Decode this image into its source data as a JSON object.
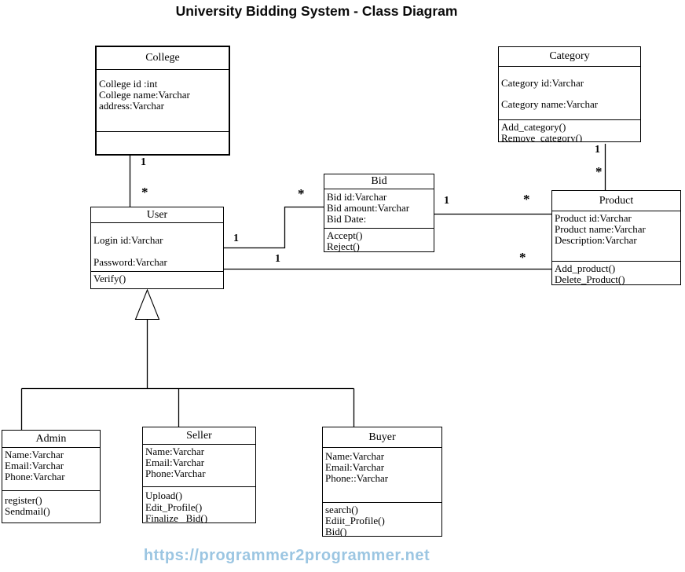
{
  "title": "University Bidding System - Class Diagram",
  "watermark_url": "https://programmer2programmer.net",
  "colors": {
    "line": "#000000",
    "text": "#000000",
    "background": "#ffffff",
    "watermark_blue": "#9cc6e2"
  },
  "classes": {
    "college": {
      "name": "College",
      "attributes": [
        "College id :int",
        "College name:Varchar",
        "address:Varchar"
      ],
      "methods": []
    },
    "category": {
      "name": "Category",
      "attributes": [
        "Category id:Varchar",
        "Category name:Varchar"
      ],
      "methods": [
        "Add_category()",
        "Remove_category()"
      ]
    },
    "bid": {
      "name": "Bid",
      "attributes": [
        "Bid id:Varchar",
        "Bid amount:Varchar",
        "Bid Date:"
      ],
      "methods": [
        "Accept()",
        "Reject()"
      ]
    },
    "user": {
      "name": "User",
      "attributes": [
        "Login id:Varchar",
        "Password:Varchar"
      ],
      "methods": [
        "Verify()"
      ]
    },
    "product": {
      "name": "Product",
      "attributes": [
        "Product id:Varchar",
        "Product name:Varchar",
        "Description:Varchar"
      ],
      "methods": [
        "Add_product()",
        "Delete_Product()"
      ]
    },
    "admin": {
      "name": "Admin",
      "attributes": [
        "Name:Varchar",
        "Email:Varchar",
        "Phone:Varchar"
      ],
      "methods": [
        "register()",
        "Sendmail()"
      ]
    },
    "seller": {
      "name": "Seller",
      "attributes": [
        "Name:Varchar",
        "Email:Varchar",
        "Phone:Varchar"
      ],
      "methods": [
        "Upload()",
        "Edit_Profile()",
        "Finalize _Bid()"
      ]
    },
    "buyer": {
      "name": "Buyer",
      "attributes": [
        "Name:Varchar",
        "Email:Varchar",
        "Phone::Varchar"
      ],
      "methods": [
        "search()",
        "Ediit_Profile()",
        "Bid()"
      ]
    }
  },
  "relationships": {
    "college_user": {
      "near_college": "1",
      "near_user": "*"
    },
    "user_bid": {
      "near_user": "1",
      "near_bid": "*"
    },
    "bid_product": {
      "near_bid": "1",
      "near_product": "*"
    },
    "user_product": {
      "near_user": "1",
      "near_product": "*"
    },
    "category_product": {
      "near_category": "1",
      "near_product": "*"
    }
  }
}
